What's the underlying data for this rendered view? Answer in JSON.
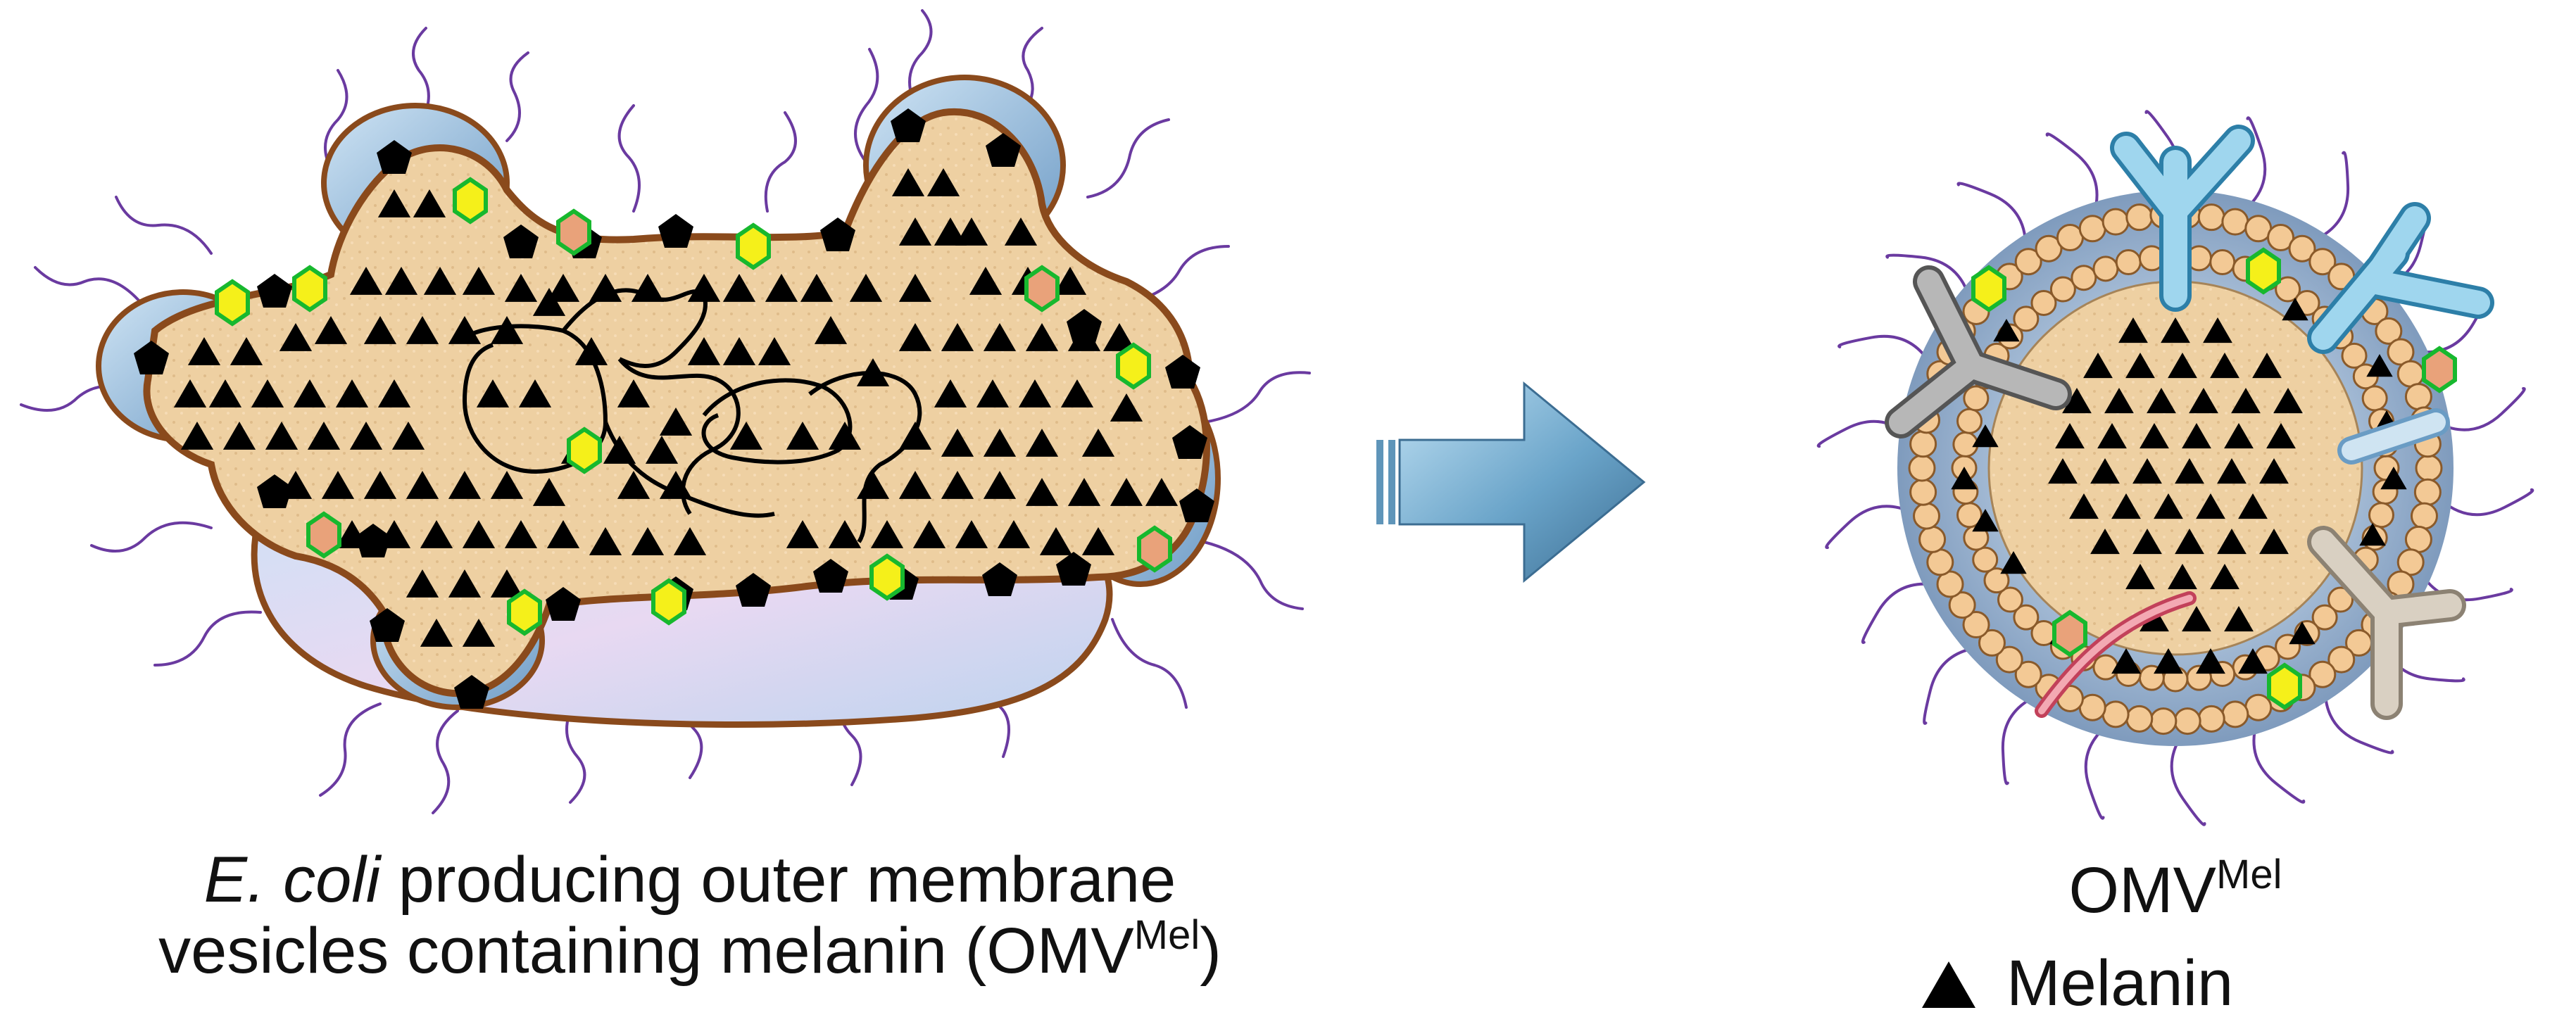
{
  "left_caption": {
    "italic": "E. coli",
    "line1_rest": " producing outer membrane",
    "line2": "vesicles containing melanin (OMV",
    "line2_sup": "Mel",
    "line2_end": ")"
  },
  "right_caption": {
    "label": "OMV",
    "label_sup": "Mel"
  },
  "legend": {
    "label": "Melanin",
    "symbol": "melanin-triangle-icon"
  },
  "colors": {
    "cytoplasm": "#f0d2a6",
    "outer_membrane": "#8a4a1c",
    "periplasm": "#9fb8d6",
    "lps_chain": "#6a3aa0",
    "melanin": "#000000",
    "yellow_protein": "#f5f01a",
    "protein_outline": "#17b82e",
    "salmon_protein": "#e9a27a",
    "arrow": "#5f95b9",
    "lipid_head": "#f3c995"
  }
}
